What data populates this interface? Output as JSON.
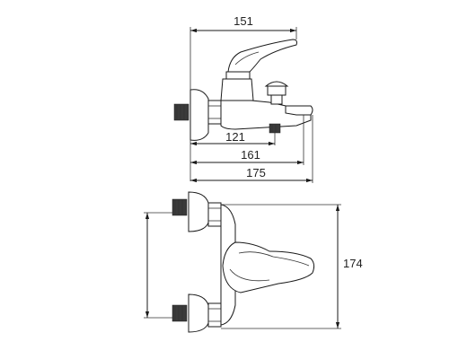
{
  "dimensions": {
    "top_width": "151",
    "inlet_to_spout": "121",
    "spout_reach": "161",
    "overall_depth": "175",
    "overall_height": "174"
  },
  "colors": {
    "line": "#1a1a1a",
    "thread": "#3a3a3a",
    "text": "#222222",
    "background": "#ffffff"
  }
}
